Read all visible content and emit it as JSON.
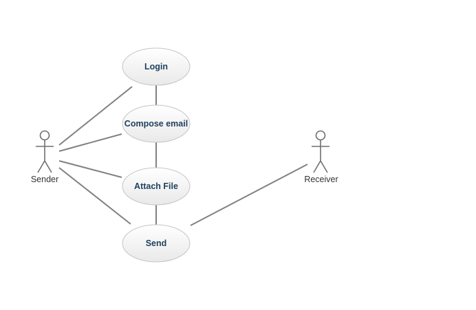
{
  "diagram": {
    "type": "use-case",
    "colors": {
      "line": "#808080",
      "ellipse_border": "#c4c4c4",
      "ellipse_fill_top": "#ffffff",
      "ellipse_fill_bottom": "#e9e9e9",
      "usecase_text": "#1f3f5e",
      "actor_text": "#333333"
    },
    "actors": [
      {
        "id": "sender",
        "label": "Sender"
      },
      {
        "id": "receiver",
        "label": "Receiver"
      }
    ],
    "usecases": [
      {
        "id": "login",
        "label": "Login"
      },
      {
        "id": "compose",
        "label": "Compose email"
      },
      {
        "id": "attach",
        "label": "Attach File"
      },
      {
        "id": "send",
        "label": "Send"
      }
    ],
    "associations": [
      [
        "sender",
        "login"
      ],
      [
        "sender",
        "compose"
      ],
      [
        "sender",
        "attach"
      ],
      [
        "sender",
        "send"
      ],
      [
        "login",
        "compose"
      ],
      [
        "compose",
        "attach"
      ],
      [
        "attach",
        "send"
      ],
      [
        "receiver",
        "send"
      ]
    ]
  }
}
